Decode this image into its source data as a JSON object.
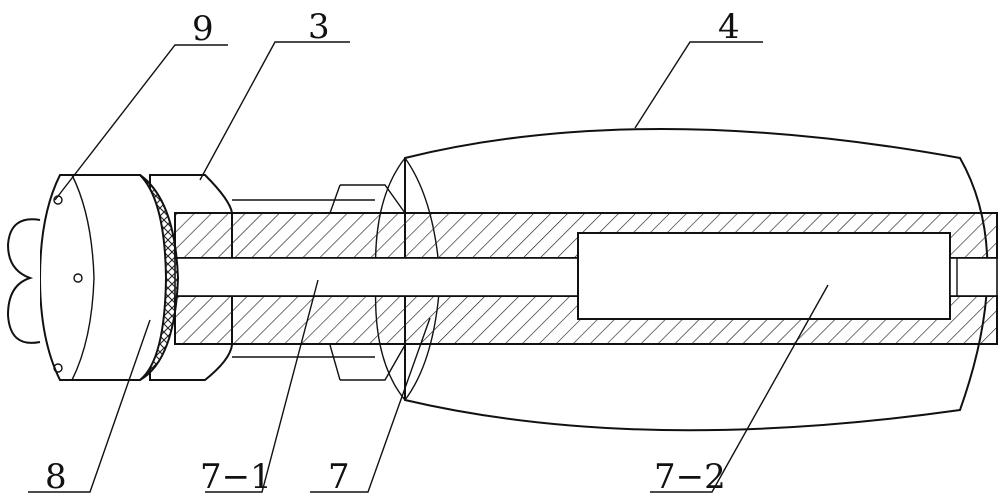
{
  "figure": {
    "labels": {
      "label_9": "9",
      "label_3": "3",
      "label_4": "4",
      "label_8": "8",
      "label_7_1": "7−1",
      "label_7": "7",
      "label_7_2": "7−2"
    }
  }
}
